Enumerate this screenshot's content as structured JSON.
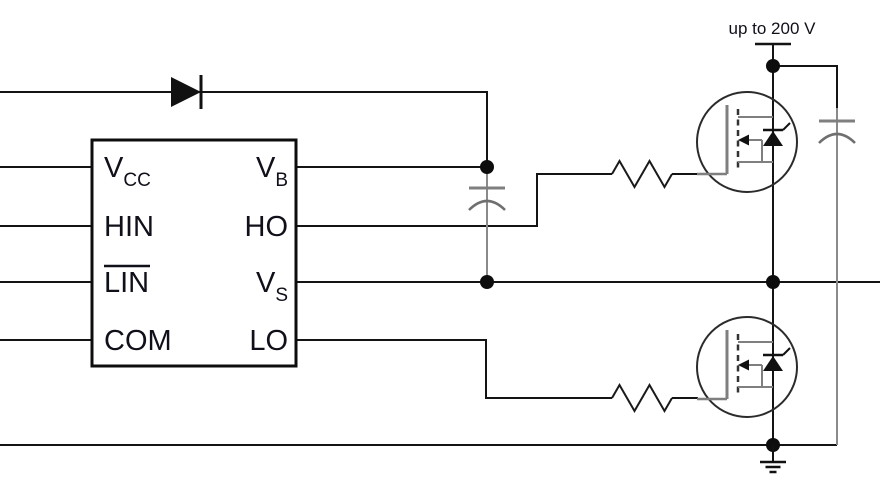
{
  "supply": {
    "label": "up to 200 V"
  },
  "ic": {
    "name": "half-bridge-gate-driver-ic",
    "left_pins": [
      {
        "main": "V",
        "sub": "CC"
      },
      {
        "main": "HIN",
        "sub": ""
      },
      {
        "main": "LIN",
        "sub": "",
        "overline": true
      },
      {
        "main": "COM",
        "sub": ""
      }
    ],
    "right_pins": [
      {
        "main": "V",
        "sub": "B"
      },
      {
        "main": "HO",
        "sub": ""
      },
      {
        "main": "V",
        "sub": "S"
      },
      {
        "main": "LO",
        "sub": ""
      }
    ]
  },
  "components": {
    "bootstrap_diode": "bootstrap-diode",
    "bootstrap_capacitor": "bootstrap-capacitor",
    "bus_capacitor": "bus-capacitor",
    "gate_resistor_high": "high-side-gate-resistor",
    "gate_resistor_low": "low-side-gate-resistor",
    "mosfet_high": "high-side-mosfet",
    "mosfet_low": "low-side-mosfet",
    "ground": "earth-ground"
  },
  "colors": {
    "wire": "#141414",
    "internal_gray": "#7f7f7f",
    "text": "#10101a",
    "background": "#ffffff"
  }
}
